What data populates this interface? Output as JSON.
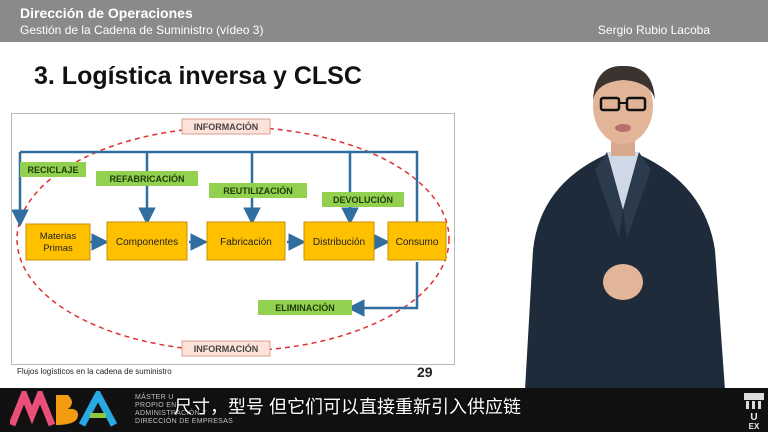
{
  "header": {
    "title": "Dirección de Operaciones",
    "subtitle": "Gestión de la Cadena de Suministro (vídeo 3)",
    "presenter": "Sergio Rubio Lacoba"
  },
  "slide": {
    "title": "3. Logística inversa y CLSC",
    "caption": "Flujos logísticos en la cadena de suministro",
    "page_number": "29"
  },
  "diagram": {
    "info_top": "INFORMACIÓN",
    "info_bottom": "INFORMACIÓN",
    "nodes": [
      {
        "id": "materias",
        "label1": "Materias",
        "label2": "Primas"
      },
      {
        "id": "componentes",
        "label1": "Componentes"
      },
      {
        "id": "fabricacion",
        "label1": "Fabricación"
      },
      {
        "id": "distribucion",
        "label1": "Distribución"
      },
      {
        "id": "consumo",
        "label1": "Consumo"
      }
    ],
    "flows": {
      "reciclaje": "RECICLAJE",
      "refabricacion": "REFABRICACIÓN",
      "reutilizacion": "REUTILIZACIÓN",
      "devolucion": "DEVOLUCIÓN",
      "eliminacion": "ELIMINACIÓN"
    },
    "colors": {
      "node": "#ffc000",
      "flow_label": "#92d050",
      "arrow": "#2f6e9e",
      "dashed": "#e03030"
    }
  },
  "footer": {
    "logo_text_lines": [
      "MÁSTER U",
      "PROPIO EN",
      "ADMINISTRACIÓN Y",
      "DIRECCIÓN DE EMPRESAS"
    ],
    "subtitle": "尺寸，型号 但它们可以直接重新引入供应链",
    "right_logo_letters": [
      "U",
      "EX"
    ]
  }
}
